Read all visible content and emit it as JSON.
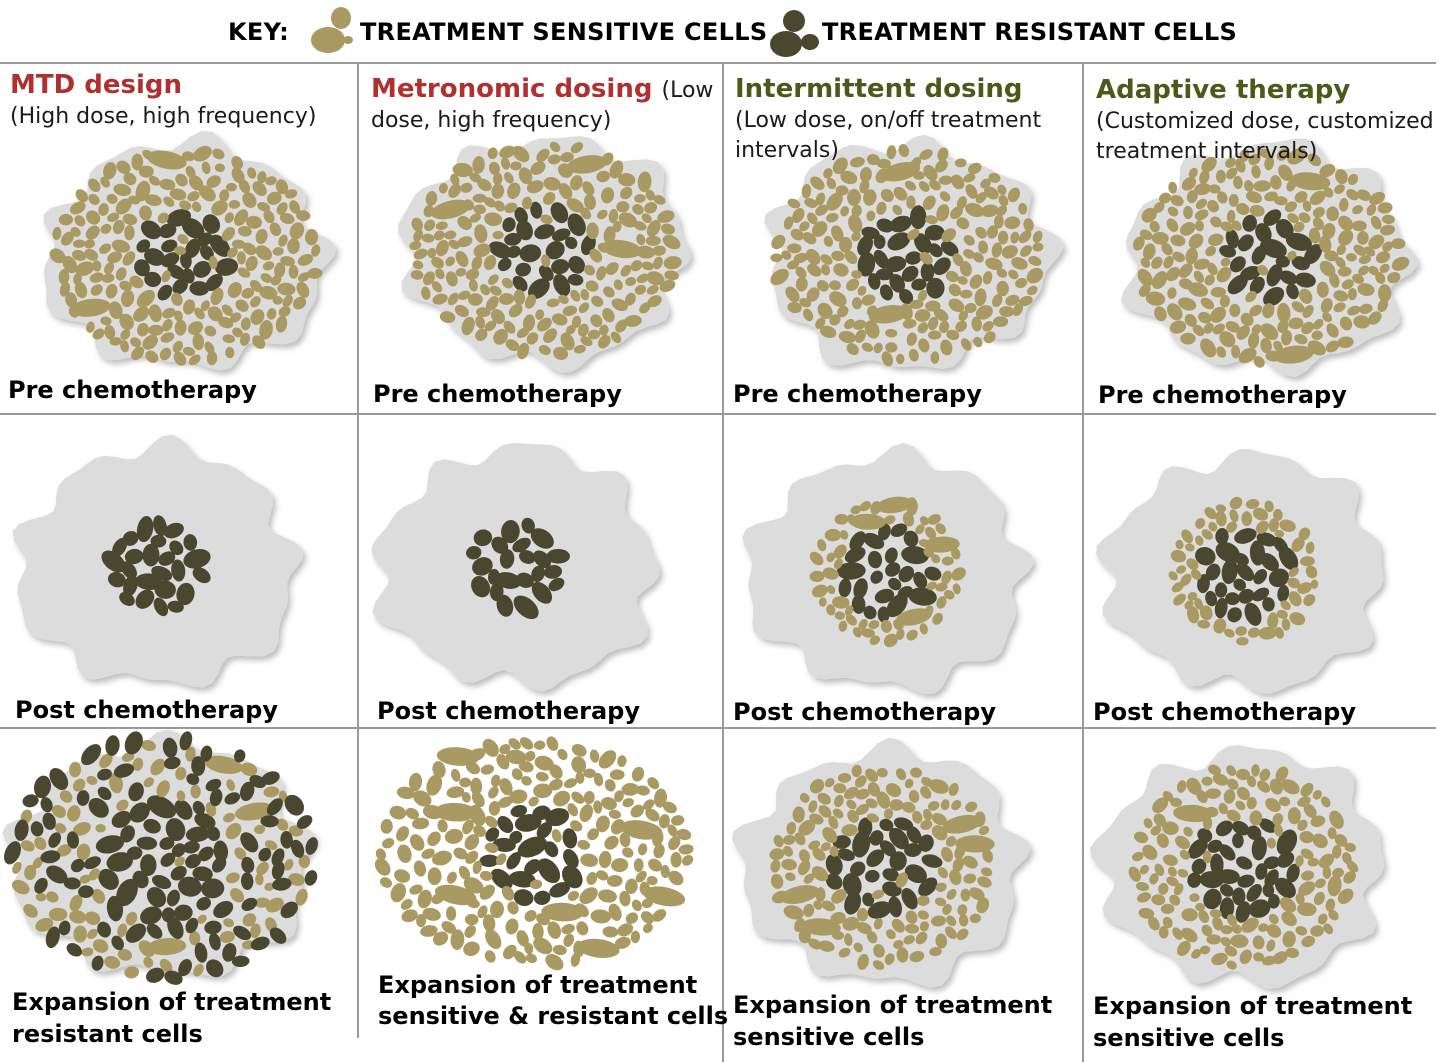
{
  "key": {
    "label": "KEY:",
    "sensitive": "TREATMENT SENSITIVE CELLS",
    "resistant": "TREATMENT RESISTANT CELLS"
  },
  "colors": {
    "sensitive": "#a89a62",
    "resistant": "#4a4730",
    "tissue": "#dcdcdc",
    "title_red": "#b03030",
    "title_green": "#4a5a1a"
  },
  "columns": [
    {
      "title": "MTD design",
      "desc_line1": "(High dose, high frequency)",
      "desc_line2": "",
      "pre": "Pre chemotherapy",
      "post": "Post chemotherapy",
      "exp_line1": "Expansion of treatment",
      "exp_line2": "resistant cells"
    },
    {
      "title": "Metronomic dosing",
      "desc_inline": "(Low",
      "desc_line2": "dose, high frequency)",
      "pre": "Pre chemotherapy",
      "post": "Post chemotherapy",
      "exp_line1": "Expansion of treatment",
      "exp_line2": "sensitive & resistant cells"
    },
    {
      "title": "Intermittent dosing",
      "desc_line1": "(Low dose, on/off treatment",
      "desc_line2": "intervals)",
      "pre": "Pre chemotherapy",
      "post": "Post chemotherapy",
      "exp_line1": "Expansion of treatment",
      "exp_line2": "sensitive cells"
    },
    {
      "title": "Adaptive therapy",
      "desc_line1": "(Customized dose, customized",
      "desc_line2": "treatment intervals)",
      "pre": "Pre chemotherapy",
      "post": "Post chemotherapy",
      "exp_line1": "Expansion of treatment",
      "exp_line2": "sensitive cells"
    }
  ]
}
